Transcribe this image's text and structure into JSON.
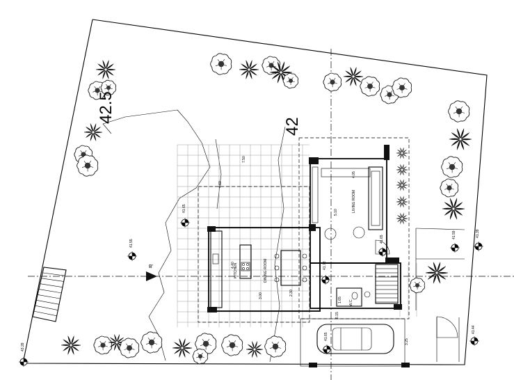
{
  "contour_labels": [
    "42",
    "42.5"
  ],
  "rooms": {
    "living_room": "LIVING ROOM",
    "kitchen": "KITCHEN",
    "dining_room": "DINING ROOM",
    "wc": "W.C."
  },
  "level_marks": [
    "41.65",
    "41.55",
    "41.78",
    "41.65",
    "41.59",
    "41.39",
    "41.44",
    "43.28",
    "41.65"
  ],
  "dimensions": [
    "7.50",
    "4.60",
    "4.05",
    "5.10",
    "4.40",
    "3.00",
    "2.30",
    "1.65",
    "6.15",
    "3.25"
  ],
  "section_marker": "B'"
}
